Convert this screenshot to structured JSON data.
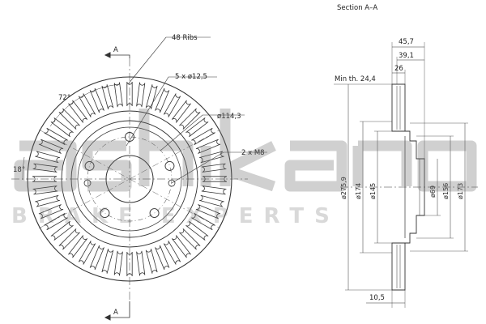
{
  "section_title": "Section A–A",
  "front_view": {
    "section_marker_top": "A",
    "section_marker_bottom": "A",
    "ribs": "48 Ribs",
    "bolt_holes": "5 x ø12,5",
    "pcd": "ø114,3",
    "threads": "2 x M8",
    "angle_72": "72°",
    "angle_18": "18°"
  },
  "section_view": {
    "overall_width": "45,7",
    "hat_depth": "39,1",
    "disc_thickness": "26",
    "min_thickness": "Min th. 24,4",
    "dia_outer": "ø275,9",
    "dia_174": "ø174",
    "dia_145": "ø145",
    "dia_69": "ø69",
    "dia_156": "ø156",
    "dia_173": "ø173",
    "flange_thickness": "10,5"
  },
  "watermark": {
    "logo_text": "ashika",
    "tagline": "BRAKE EXPERTS",
    "color": "#8a8a8a"
  }
}
